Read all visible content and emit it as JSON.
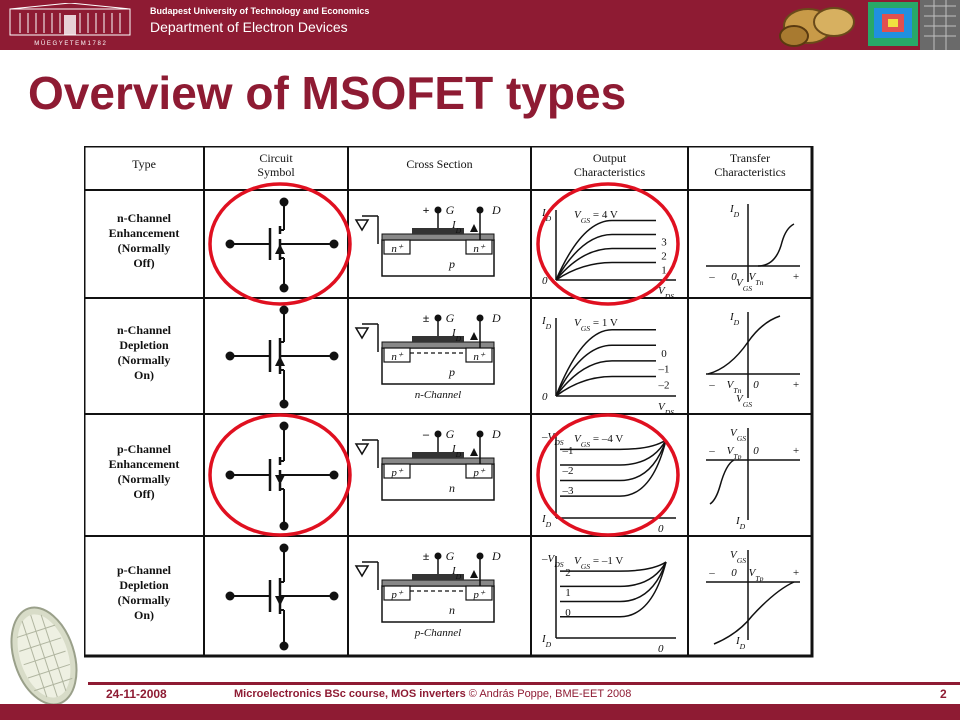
{
  "header": {
    "university": "Budapest University of Technology and Economics",
    "department": "Department of Electron Devices",
    "logo_caption": "M Ű E G Y E T E M 1 7 8 2"
  },
  "slide": {
    "title": "Overview of MSOFET types"
  },
  "table": {
    "headers": [
      [
        "Type"
      ],
      [
        "Circuit",
        "Symbol"
      ],
      [
        "Cross Section"
      ],
      [
        "Output",
        "Characteristics"
      ],
      [
        "Transfer",
        "Characteristics"
      ]
    ],
    "rows": [
      {
        "type_lines": [
          "n-Channel",
          "Enhancement",
          "(Normally",
          "Off)"
        ],
        "gate_sign": "+",
        "source_diff": "n⁺",
        "drain_diff": "n⁺",
        "substrate": "p",
        "channel_label": "",
        "out_top": "I_D",
        "out_vgs": "V_GS = 4 V",
        "out_labels": [
          "3",
          "2",
          "1"
        ],
        "out_bottom": "0",
        "out_axis": "V_DS",
        "tr_top": "I_D",
        "tr_axis": [
          "–",
          "0",
          "V_Tn",
          "+"
        ],
        "tr_bottom": "V_GS"
      },
      {
        "type_lines": [
          "n-Channel",
          "Depletion",
          "(Normally",
          "On)"
        ],
        "gate_sign": "±",
        "source_diff": "n⁺",
        "drain_diff": "n⁺",
        "substrate": "p",
        "channel_label": "n-Channel",
        "out_top": "I_D",
        "out_vgs": "V_GS = 1 V",
        "out_labels": [
          "0",
          "–1",
          "–2"
        ],
        "out_bottom": "0",
        "out_axis": "V_DS",
        "tr_top": "I_D",
        "tr_axis": [
          "–",
          "V_Tn",
          "0",
          "+"
        ],
        "tr_bottom": "V_GS"
      },
      {
        "type_lines": [
          "p-Channel",
          "Enhancement",
          "(Normally",
          "Off)"
        ],
        "gate_sign": "–",
        "source_diff": "p⁺",
        "drain_diff": "p⁺",
        "substrate": "n",
        "channel_label": "",
        "out_top": "–V_DS",
        "out_vgs": "V_GS = –4 V",
        "out_labels": [
          "–1",
          "–2",
          "–3"
        ],
        "out_bottom": "I_D",
        "out_axis": "0",
        "tr_top": "V_GS",
        "tr_axis": [
          "–",
          "V_Tp",
          "0",
          "+"
        ],
        "tr_bottom": "I_D"
      },
      {
        "type_lines": [
          "p-Channel",
          "Depletion",
          "(Normally",
          "On)"
        ],
        "gate_sign": "±",
        "source_diff": "p⁺",
        "drain_diff": "p⁺",
        "substrate": "n",
        "channel_label": "p-Channel",
        "out_top": "–V_DS",
        "out_vgs": "V_GS = –1 V",
        "out_labels": [
          "2",
          "1",
          "0"
        ],
        "out_bottom": "I_D",
        "out_axis": "0",
        "tr_top": "V_GS",
        "tr_axis": [
          "–",
          "0",
          "V_Tp",
          "+"
        ],
        "tr_bottom": "I_D"
      }
    ],
    "gate_label": "G",
    "drain_label": "D",
    "drain_current_label": "I_D"
  },
  "highlight_color": "#e01020",
  "brand_color": "#8e1b33",
  "footer": {
    "date": "24-11-2008",
    "course": "Microelectronics BSc course, MOS inverters",
    "copyright": "© András Poppe, BME-EET 2008",
    "page": "2"
  }
}
